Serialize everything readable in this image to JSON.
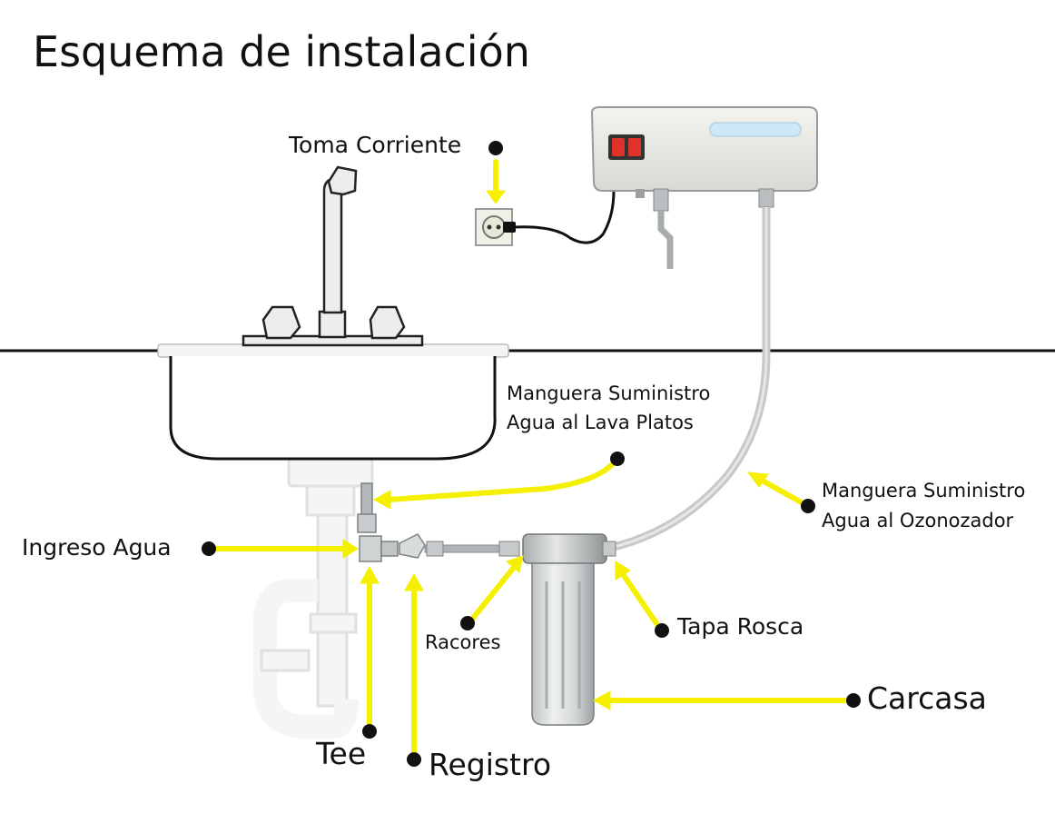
{
  "title": "Esquema de instalación",
  "labels": {
    "toma_corriente": "Toma Corriente",
    "manguera_lava_platos_1": "Manguera Suministro",
    "manguera_lava_platos_2": "Agua al Lava Platos",
    "manguera_ozonozador_1": "Manguera Suministro",
    "manguera_ozonozador_2": "Agua al Ozonozador",
    "ingreso_agua": "Ingreso Agua",
    "racores": "Racores",
    "tapa_rosca": "Tapa Rosca",
    "carcasa": "Carcasa",
    "tee": "Tee",
    "registro": "Registro"
  },
  "colors": {
    "arrow": "#f5f000",
    "marker": "#111111",
    "counter_line": "#111111",
    "hose": "#c9c9c9",
    "device_body": "#eeeeea",
    "switch": "#e0312b"
  }
}
